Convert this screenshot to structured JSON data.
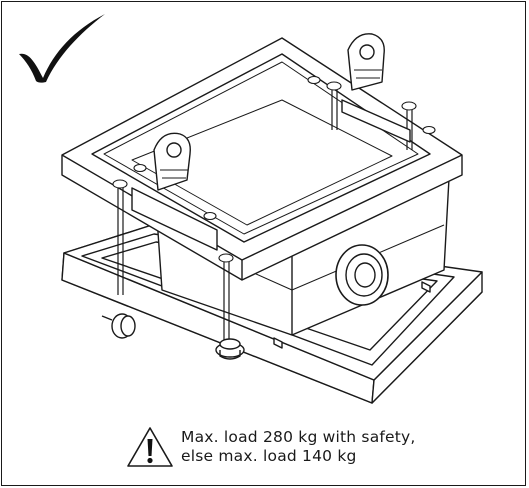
{
  "status_icon": "checkmark-icon",
  "illustration": "projector-ceiling-mount-frame-with-clamps",
  "warning": {
    "icon": "warning-triangle-icon",
    "line1": "Max. load 280 kg with safety,",
    "line2": "else max. load 140 kg"
  }
}
